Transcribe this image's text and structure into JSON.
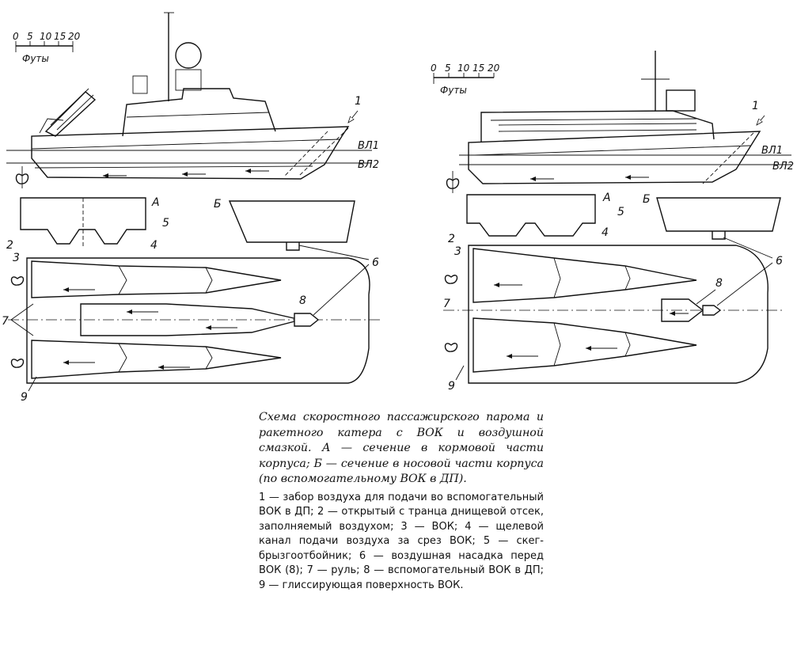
{
  "scale_left": {
    "ticks": [
      "0",
      "5",
      "10",
      "15",
      "20"
    ],
    "unit": "Футы"
  },
  "scale_right": {
    "ticks": [
      "0",
      "5",
      "10",
      "15",
      "20"
    ],
    "unit": "Футы"
  },
  "waterlines": {
    "wl1": "ВЛ1",
    "wl2": "ВЛ2"
  },
  "sections": {
    "a": "А",
    "b": "Б"
  },
  "callouts": [
    "1",
    "2",
    "3",
    "4",
    "5",
    "6",
    "7",
    "8",
    "9"
  ],
  "caption": {
    "title": "Схема скоростного пассажирского парома и ракетного катера с ВОК и воздушной смазкой. А — сечение в кормовой части корпуса; Б — сечение в носовой части корпуса (по вспомогательному ВОК в ДП).",
    "legend": "1 — забор воздуха для подачи во вспомогательный ВОК в ДП; 2 — открытый с транца днищевой отсек, заполняемый воздухом; 3 — ВОК; 4 — щелевой канал подачи воздуха за срез ВОК; 5 — скег-брызгоотбойник; 6 — воздушная насадка перед ВОК (8); 7 — руль; 8 — вспомогательный ВОК в ДП; 9 — глиссирующая поверхность ВОК."
  }
}
